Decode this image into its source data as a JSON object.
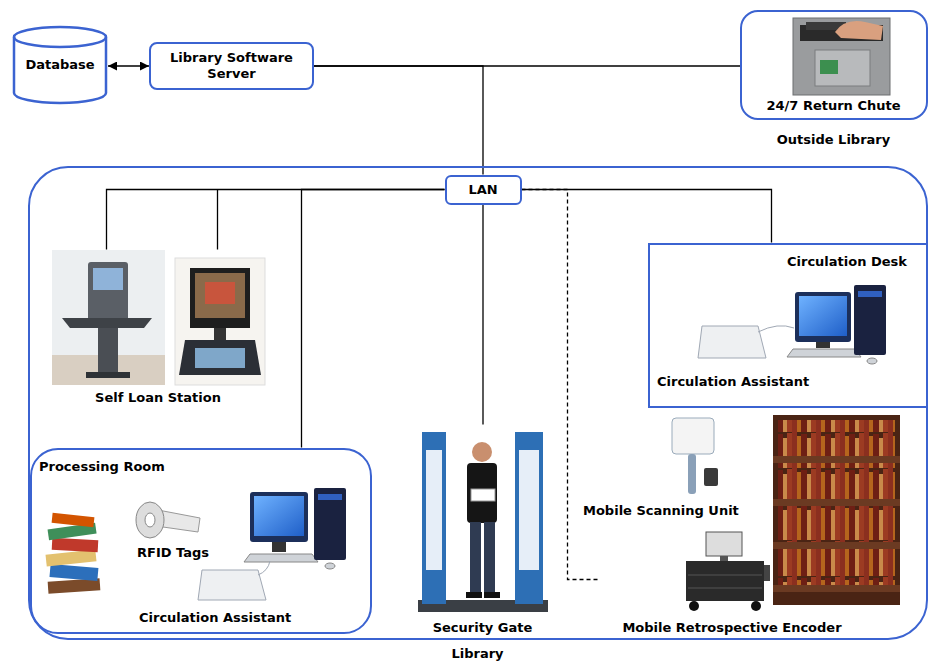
{
  "diagram": {
    "nodes": [
      {
        "text": [
          "Database"
        ]
      },
      {
        "text": [
          "Library Software Server"
        ]
      },
      {
        "text": [
          "24/7 Return Chute",
          "Outside Library"
        ]
      },
      {
        "text": [
          "Library"
        ]
      },
      {
        "text": [
          "LAN"
        ],
        "in": 3
      },
      {
        "text": [
          "Self Loan Station"
        ],
        "in": 3
      },
      {
        "text": [
          "Processing Room",
          "RFID Tags",
          "Circulation Assistant"
        ],
        "in": 3
      },
      {
        "text": [
          "Security Gate"
        ],
        "in": 3
      },
      {
        "text": [
          "Circulation Desk",
          "Circulation Assistant"
        ],
        "in": 3
      },
      {
        "text": [
          "Mobile Retrospective Encoder"
        ],
        "in": 3
      }
    ],
    "edges": [
      {
        "from": 0,
        "to": 1,
        "arrow": "both"
      },
      {
        "from": 1,
        "to": 2,
        "arrow": "none"
      },
      {
        "from": 1,
        "to": 4,
        "arrow": "none"
      },
      {
        "from": 4,
        "to": 5,
        "arrow": "none"
      },
      {
        "from": 4,
        "to": 6,
        "arrow": "none"
      },
      {
        "from": 4,
        "to": 7,
        "arrow": "none"
      },
      {
        "from": 4,
        "to": 9,
        "arrow": "none"
      },
      {
        "from": 4,
        "to": 8,
        "arrow": "none"
      }
    ],
    "labels": [
      "Mobile Scanning Unit"
    ]
  }
}
